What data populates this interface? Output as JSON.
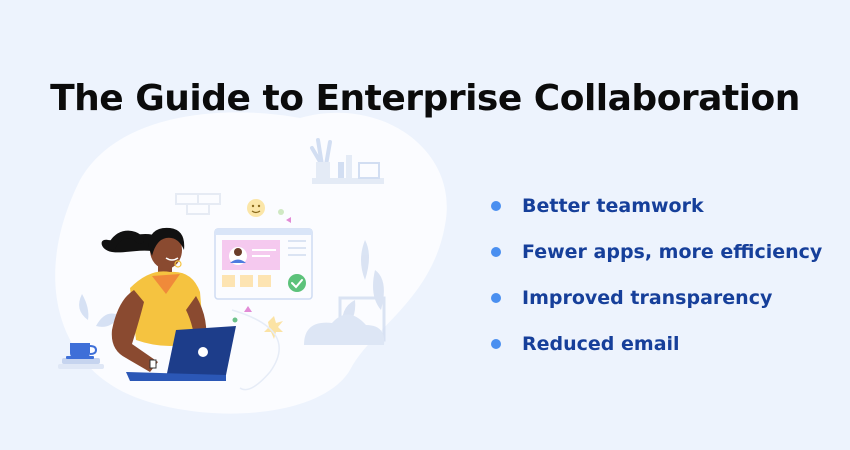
{
  "title": "The Guide to Enterprise Collaboration",
  "bullets": [
    "Better teamwork",
    "Fewer apps, more efficiency",
    "Improved transparency",
    "Reduced email"
  ],
  "colors": {
    "background": "#edf3fd",
    "title": "#0b0b0b",
    "bullet_text": "#163f9a",
    "bullet_dot": "#4a8ff0",
    "accent_yellow": "#f5c340",
    "laptop": "#1d3d8a"
  }
}
